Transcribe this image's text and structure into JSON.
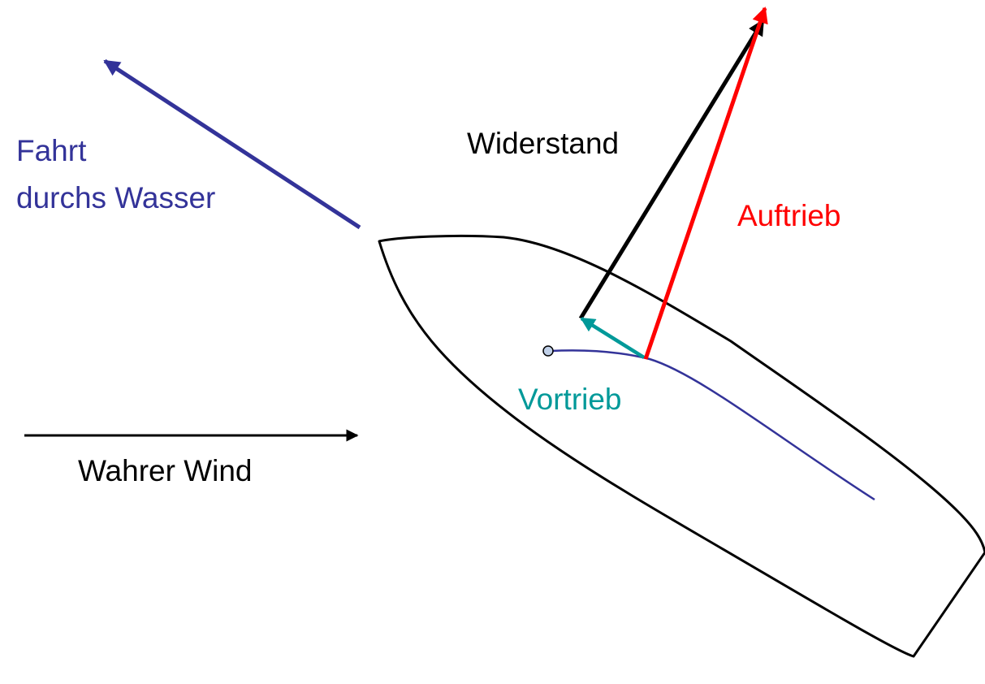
{
  "labels": {
    "fahrt_line1": "Fahrt",
    "fahrt_line2": "durchs Wasser",
    "widerstand": "Widerstand",
    "auftrieb": "Auftrieb",
    "vortrieb": "Vortrieb",
    "wahrer_wind": "Wahrer Wind"
  },
  "colors": {
    "fahrt": "#333399",
    "widerstand": "#000000",
    "auftrieb": "#ff0000",
    "vortrieb": "#009999",
    "wind": "#000000",
    "hull": "#000000",
    "sail_line": "#333399",
    "mast_fill": "#c0d0e8"
  }
}
